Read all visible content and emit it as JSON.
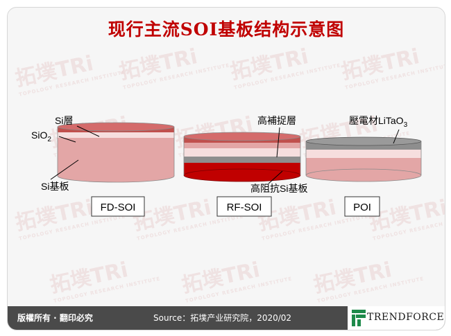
{
  "title": "现行主流SOI基板结构示意图",
  "watermark": {
    "brand": "拓墣TRi",
    "sub": "TOPOLOGY RESEARCH INSTITUTE"
  },
  "diagrams": [
    {
      "name": "FD-SOI",
      "labels": {
        "top": "Si層",
        "middle_prefix": "SiO",
        "middle_sub": "2",
        "bottom": "Si基板"
      }
    },
    {
      "name": "RF-SOI",
      "labels": {
        "trap": "高補捉層",
        "substrate": "高阻抗Si基板"
      }
    },
    {
      "name": "POI",
      "labels": {
        "piezo_prefix": "壓電材LiTaO",
        "piezo_sub": "3"
      }
    }
  ],
  "footer": {
    "copyright": "版權所有 · 翻印必究",
    "source": "Source：拓墣产业研究院，2020/02",
    "logo": "TRENDFORCE"
  },
  "colors": {
    "title": "#c00000",
    "si_dark": "#c0504d",
    "si_top": "#d46b6b",
    "oxide": "#f6dede",
    "substrate": "#e3a6a6",
    "red_substrate": "#c00000",
    "grey_layer": "#8e8e8e",
    "footer_bg": "#4a4a4a"
  }
}
